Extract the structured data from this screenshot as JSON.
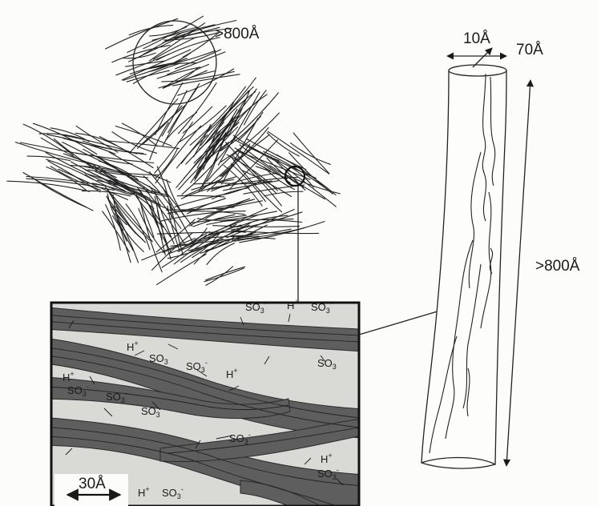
{
  "labels": {
    "cluster_size": ">800Å",
    "fiber_width": "10Å",
    "fiber_diameter": "70Å",
    "fiber_length": ">800Å",
    "scale_bar": "30Å"
  },
  "chem_labels": [
    {
      "base": "SO",
      "sub": "3",
      "sup": "-"
    },
    {
      "base": "H",
      "sub": "",
      "sup": "+"
    },
    {
      "base": "SO",
      "sub": "3",
      "sup": "-"
    },
    {
      "base": "H",
      "sub": "",
      "sup": "+"
    },
    {
      "base": "SO",
      "sub": "3",
      "sup": ""
    },
    {
      "base": "SO",
      "sub": "3",
      "sup": "-"
    },
    {
      "base": "H",
      "sub": "",
      "sup": "+"
    },
    {
      "base": "SO",
      "sub": "3",
      "sup": ""
    },
    {
      "base": "H",
      "sub": "",
      "sup": "+"
    },
    {
      "base": "SO",
      "sub": "3",
      "sup": "-"
    },
    {
      "base": "SO",
      "sub": "3",
      "sup": "-"
    },
    {
      "base": "SO",
      "sub": "3",
      "sup": ""
    },
    {
      "base": "SO",
      "sub": "3",
      "sup": "-"
    },
    {
      "base": "H",
      "sub": "",
      "sup": "+"
    },
    {
      "base": "SO",
      "sub": "3",
      "sup": "-"
    },
    {
      "base": "H",
      "sub": "",
      "sup": "+"
    },
    {
      "base": "SO",
      "sub": "3",
      "sup": "-"
    }
  ],
  "colors": {
    "ink": "#1a1a1a",
    "bundle_fill": "#5e5e5e",
    "inset_bg": "#d9d9d6",
    "paper": "#fcfcfa"
  }
}
